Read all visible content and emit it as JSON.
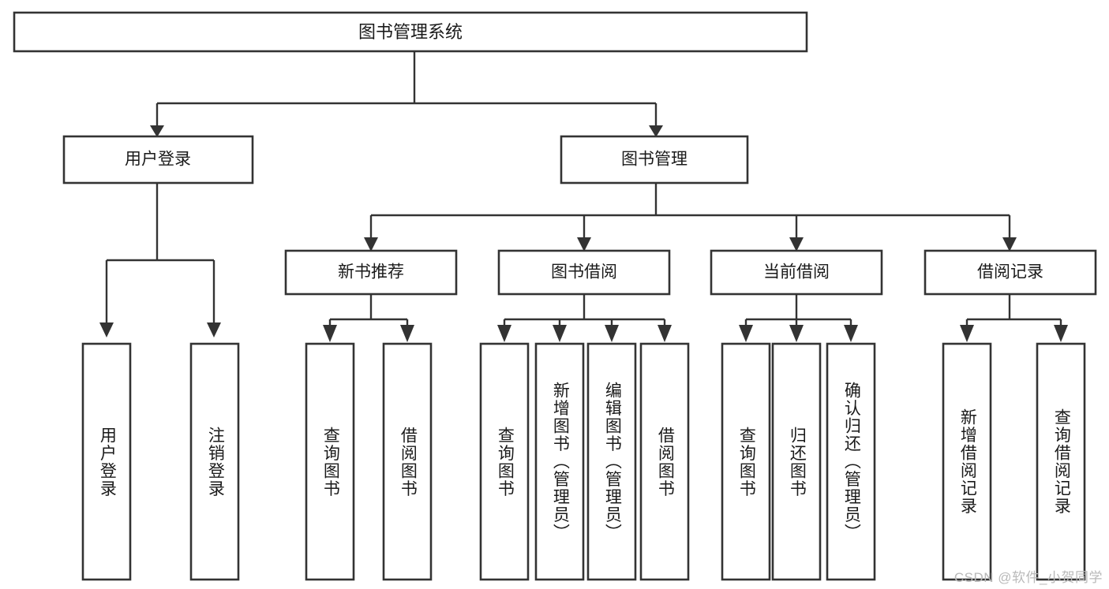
{
  "diagram": {
    "type": "tree-hierarchy",
    "orientation": "top-down",
    "root": {
      "id": "root",
      "label": "图书管理系统"
    },
    "level1": [
      {
        "id": "user-login",
        "label": "用户登录"
      },
      {
        "id": "book-management",
        "label": "图书管理"
      }
    ],
    "level2": [
      {
        "id": "new-book-recommend",
        "label": "新书推荐",
        "parent": "book-management"
      },
      {
        "id": "book-borrow",
        "label": "图书借阅",
        "parent": "book-management"
      },
      {
        "id": "current-borrow",
        "label": "当前借阅",
        "parent": "book-management"
      },
      {
        "id": "borrow-record",
        "label": "借阅记录",
        "parent": "book-management"
      }
    ],
    "leaves": [
      {
        "id": "leaf-user-login",
        "label": "用户登录",
        "parent": "user-login"
      },
      {
        "id": "leaf-logout-login",
        "label": "注销登录",
        "parent": "user-login"
      },
      {
        "id": "leaf-query-book-1",
        "label": "查询图书",
        "parent": "new-book-recommend"
      },
      {
        "id": "leaf-borrow-book-1",
        "label": "借阅图书",
        "parent": "new-book-recommend"
      },
      {
        "id": "leaf-query-book-2",
        "label": "查询图书",
        "parent": "book-borrow"
      },
      {
        "id": "leaf-add-book",
        "label": "新增图书（管理员）",
        "parent": "book-borrow"
      },
      {
        "id": "leaf-edit-book",
        "label": "编辑图书（管理员）",
        "parent": "book-borrow"
      },
      {
        "id": "leaf-borrow-book-2",
        "label": "借阅图书",
        "parent": "book-borrow"
      },
      {
        "id": "leaf-query-book-3",
        "label": "查询图书",
        "parent": "current-borrow"
      },
      {
        "id": "leaf-return-book",
        "label": "归还图书",
        "parent": "current-borrow"
      },
      {
        "id": "leaf-confirm-return",
        "label": "确认归还（管理员）",
        "parent": "current-borrow"
      },
      {
        "id": "leaf-add-record",
        "label": "新增借阅记录",
        "parent": "borrow-record"
      },
      {
        "id": "leaf-query-record",
        "label": "查询借阅记录",
        "parent": "borrow-record"
      }
    ]
  },
  "watermark": {
    "text": "CSDN @软件_小贺同学"
  },
  "colors": {
    "stroke": "#333333",
    "box_fill": "#ffffff",
    "text": "#1a1a1a",
    "background": "#ffffff",
    "watermark": "#b9b9b9"
  }
}
